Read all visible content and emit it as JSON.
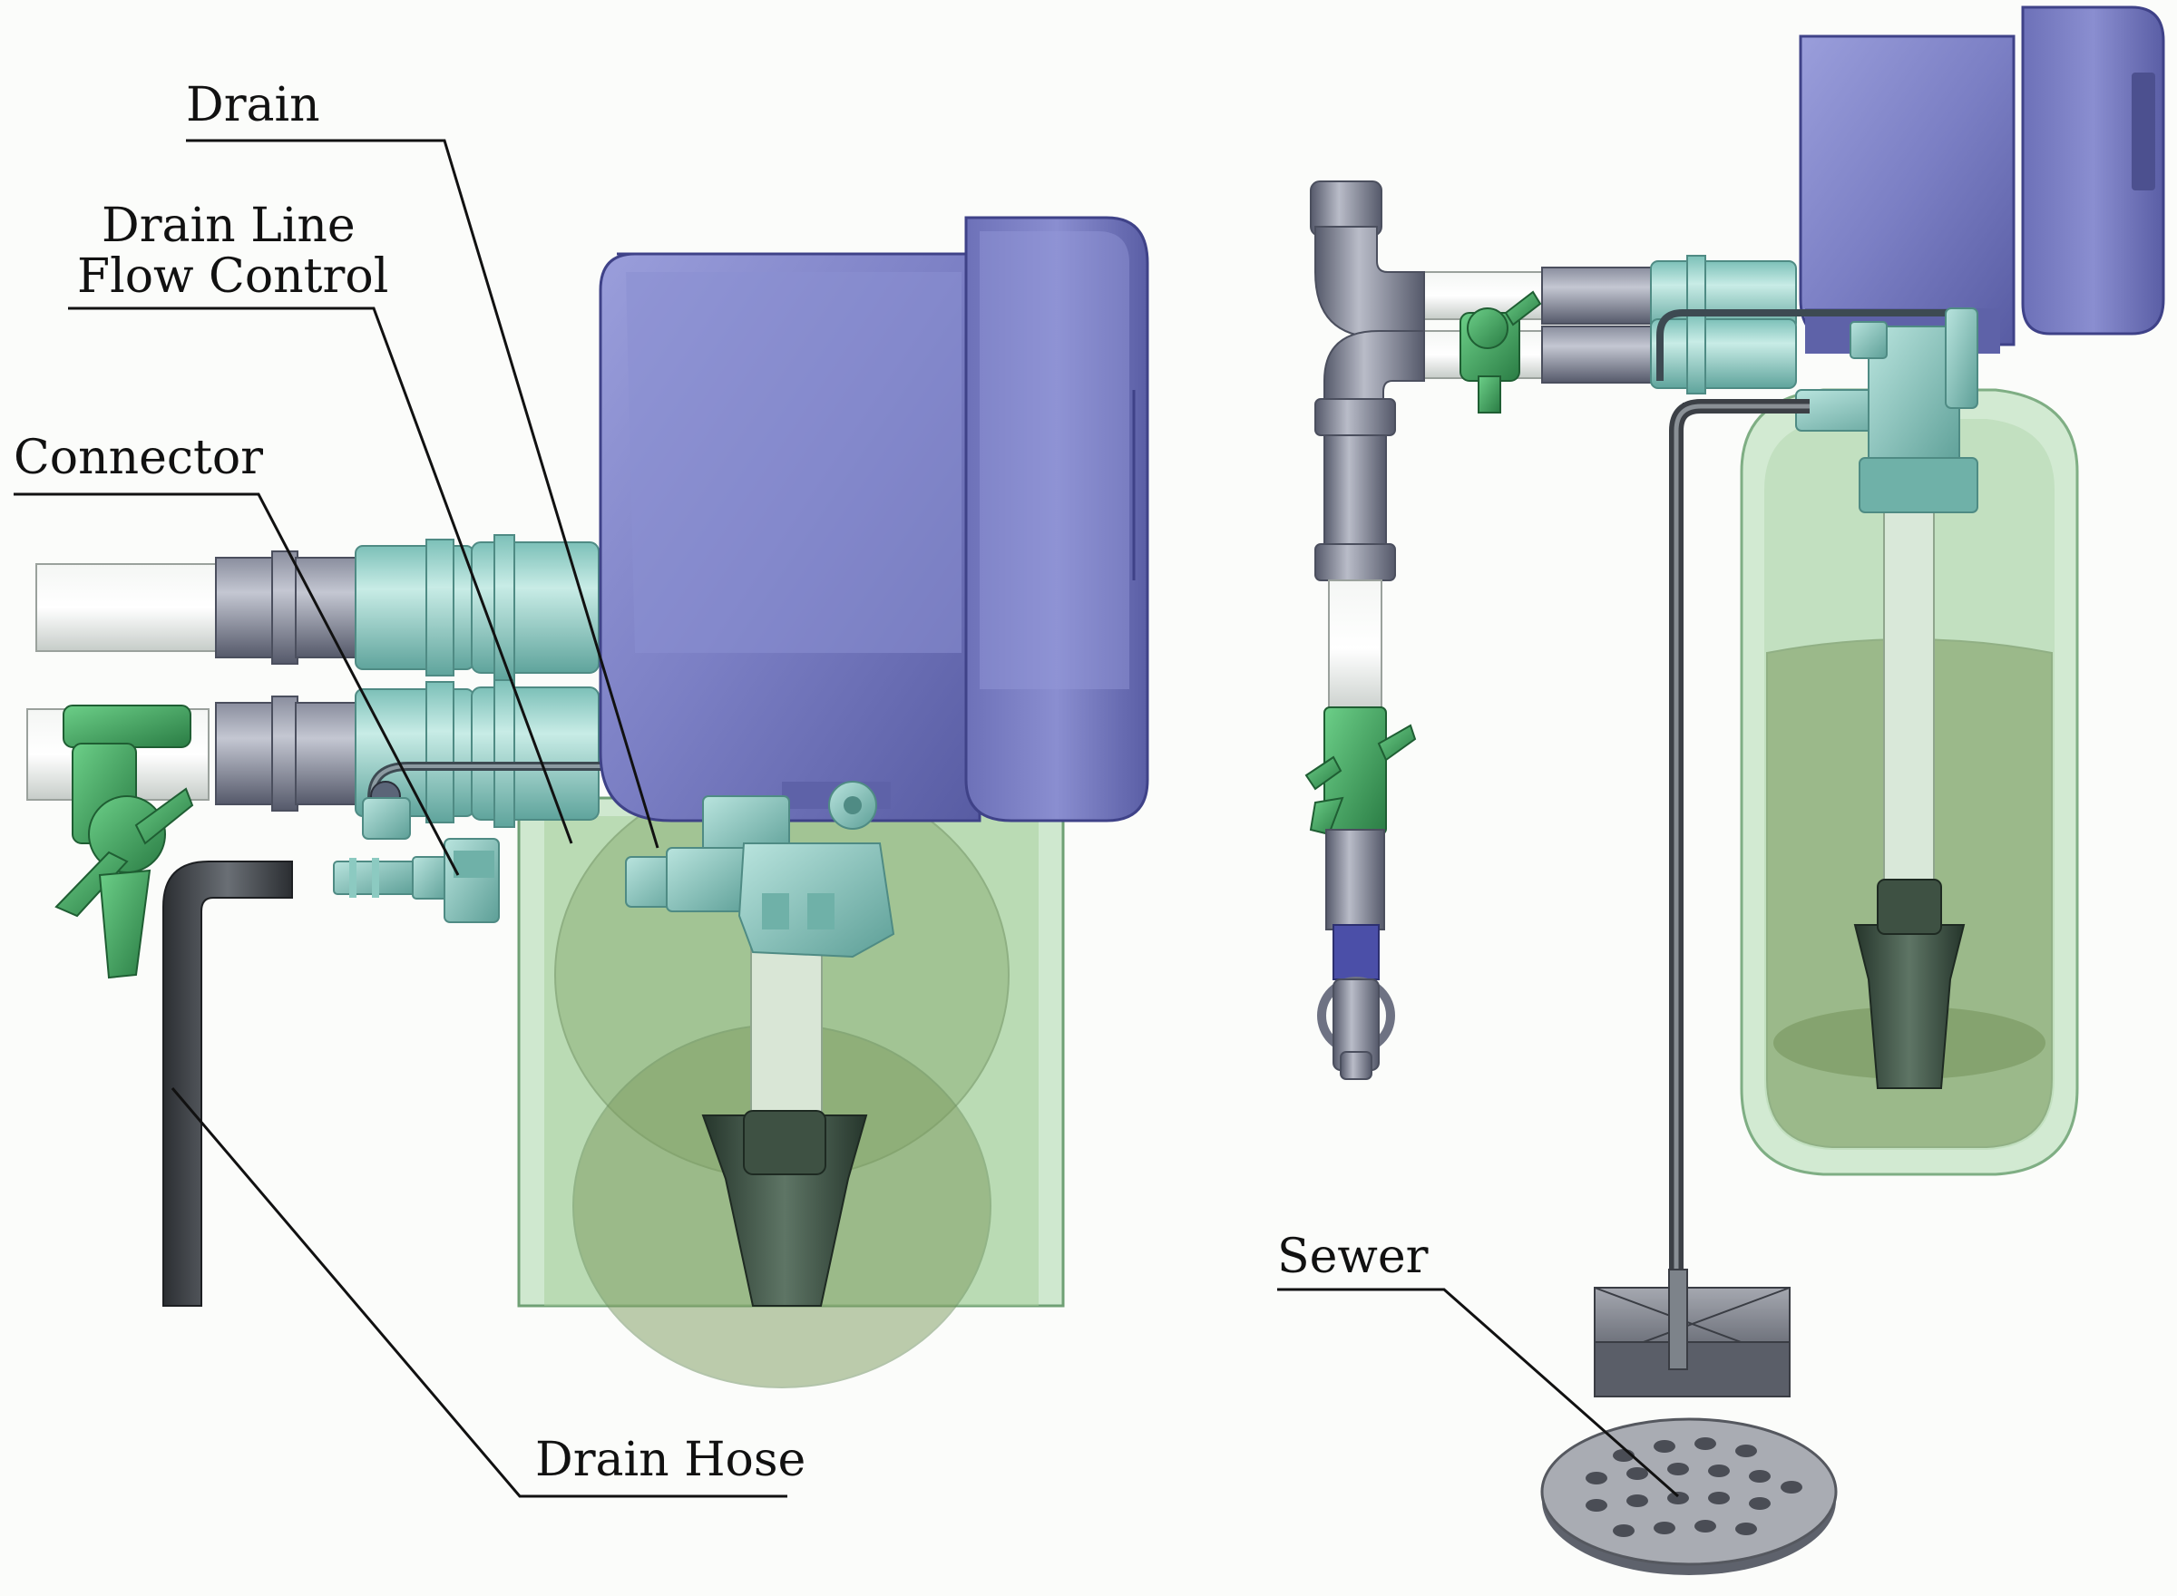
{
  "labels": {
    "drain": "Drain",
    "drain_line_flow_control_line1": "Drain Line",
    "drain_line_flow_control_line2": "Flow Control",
    "connector": "Connector",
    "drain_hose": "Drain Hose",
    "sewer": "Sewer"
  },
  "colors": {
    "control_head": "#7b7fc4",
    "control_head_dark": "#585ca3",
    "tank_glass": "#b7dcb8",
    "tank_liquid": "#7d9b5f",
    "fitting_teal": "#9fd3cc",
    "valve_green": "#3a9a57",
    "pipe_grey": "#6e7283",
    "pipe_white": "#e8ece9",
    "hose_dark": "#3f4347",
    "leader_line": "#111111"
  },
  "icons": [
    "control-head",
    "bypass-valve",
    "ball-valve",
    "drain-fitting",
    "drain-hose",
    "mineral-tank",
    "floor-drain"
  ]
}
